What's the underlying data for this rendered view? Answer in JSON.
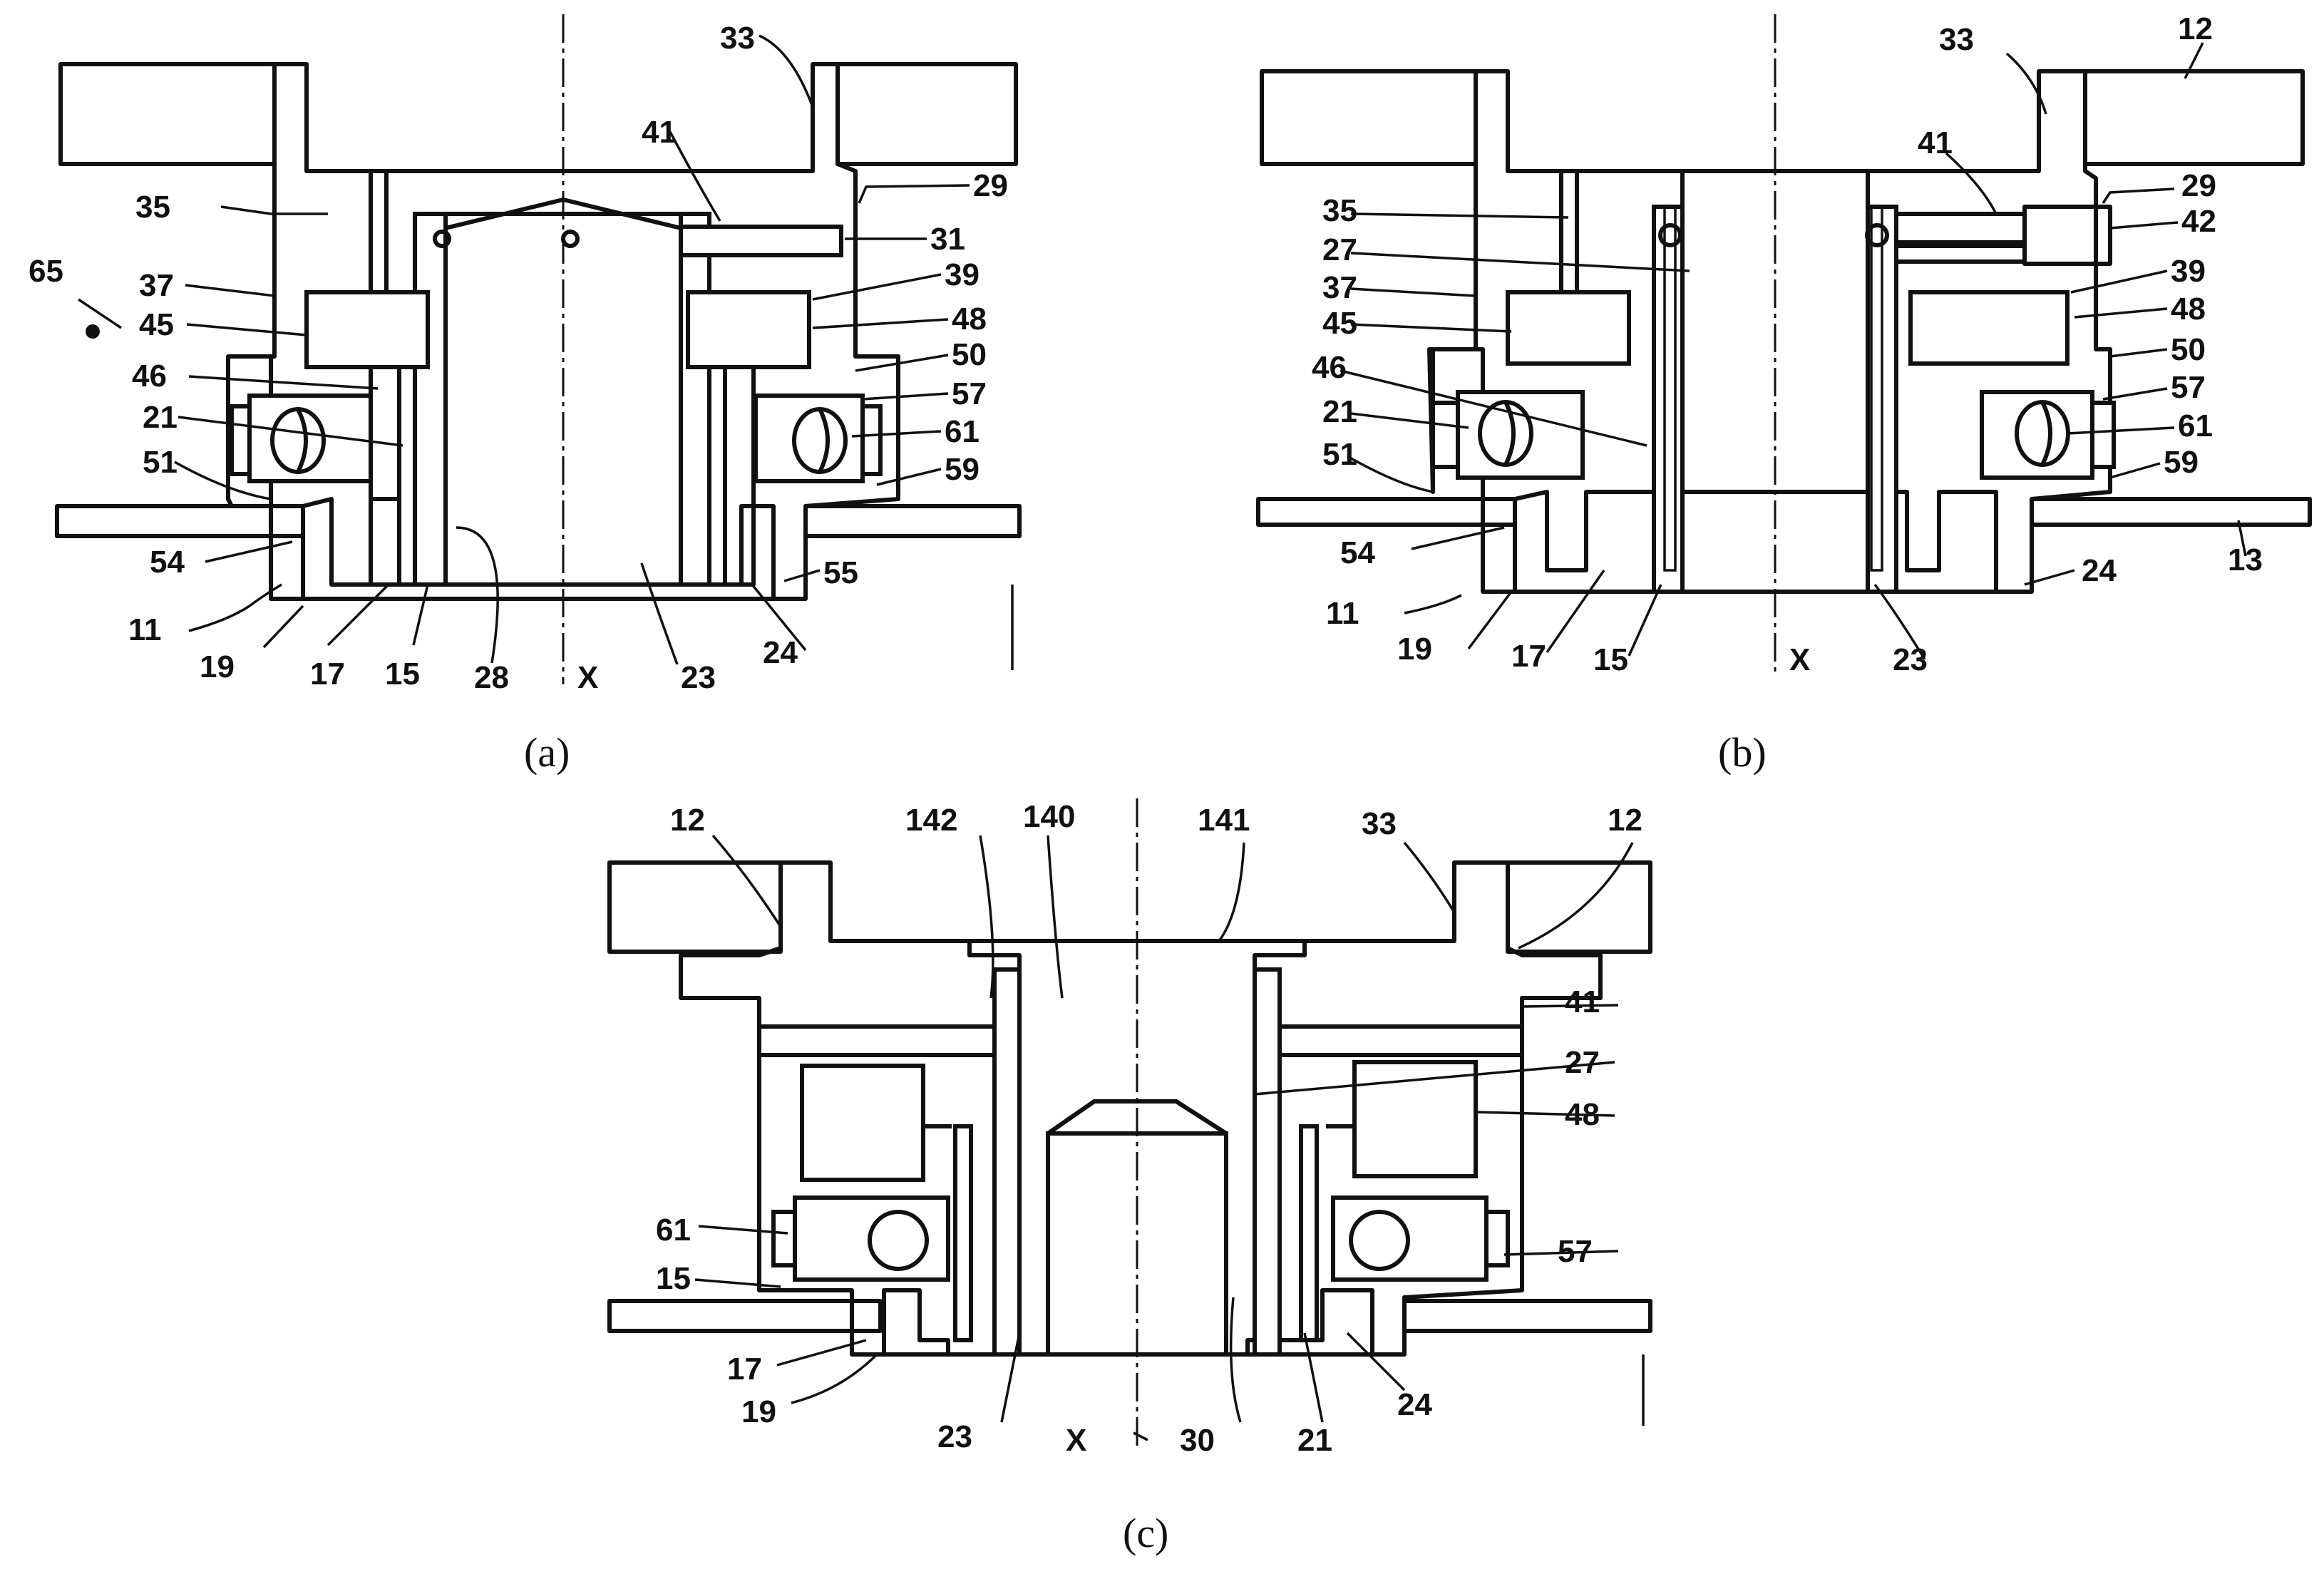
{
  "panels": [
    {
      "id": "a",
      "caption": "(a)",
      "labels": [
        "33",
        "41",
        "29",
        "35",
        "31",
        "65",
        "37",
        "39",
        "45",
        "48",
        "46",
        "50",
        "57",
        "21",
        "61",
        "51",
        "59",
        "54",
        "55",
        "11",
        "19",
        "17",
        "15",
        "28",
        "X",
        "23",
        "24"
      ]
    },
    {
      "id": "b",
      "caption": "(b)",
      "labels": [
        "33",
        "12",
        "41",
        "29",
        "35",
        "27",
        "42",
        "37",
        "39",
        "45",
        "48",
        "46",
        "50",
        "57",
        "21",
        "61",
        "51",
        "59",
        "54",
        "13",
        "11",
        "24",
        "19",
        "17",
        "15",
        "X",
        "23"
      ]
    },
    {
      "id": "c",
      "caption": "(c)",
      "labels": [
        "12",
        "142",
        "140",
        "141",
        "33",
        "12",
        "41",
        "27",
        "48",
        "61",
        "57",
        "15",
        "17",
        "19",
        "24",
        "23",
        "X",
        "30",
        "21"
      ]
    }
  ]
}
